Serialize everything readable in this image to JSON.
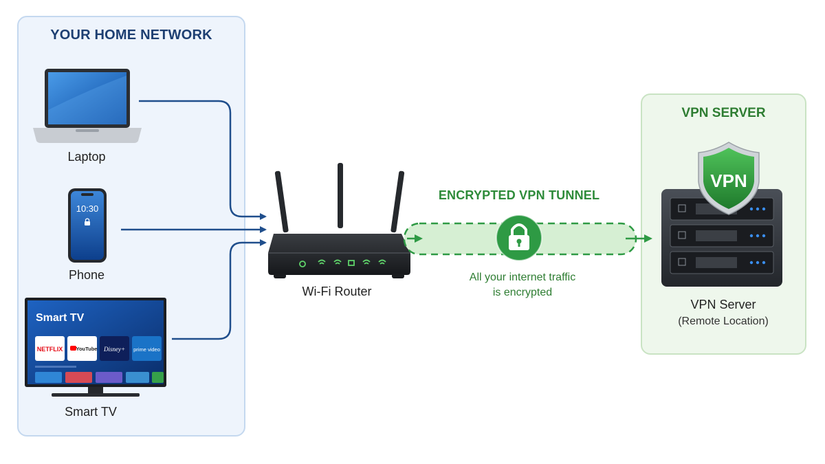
{
  "home_network": {
    "title": "YOUR HOME NETWORK",
    "devices": [
      {
        "label": "Laptop"
      },
      {
        "label": "Phone",
        "screen_time": "10:30"
      },
      {
        "label": "Smart TV",
        "screen_title": "Smart TV",
        "apps": [
          "NETFLIX",
          "YouTube",
          "Disney+",
          "prime video"
        ]
      }
    ]
  },
  "router": {
    "label": "Wi-Fi Router"
  },
  "tunnel": {
    "title": "ENCRYPTED VPN TUNNEL",
    "note_line1": "All your internet traffic",
    "note_line2": "is encrypted"
  },
  "vpn_server": {
    "title": "VPN SERVER",
    "shield_text": "VPN",
    "label": "VPN Server",
    "sublabel": "(Remote Location)"
  },
  "colors": {
    "home_connector": "#1f4e8c",
    "tunnel_green": "#2e9a44",
    "home_panel_bg": "#eef4fc",
    "vpn_panel_bg": "#eef7ec"
  }
}
